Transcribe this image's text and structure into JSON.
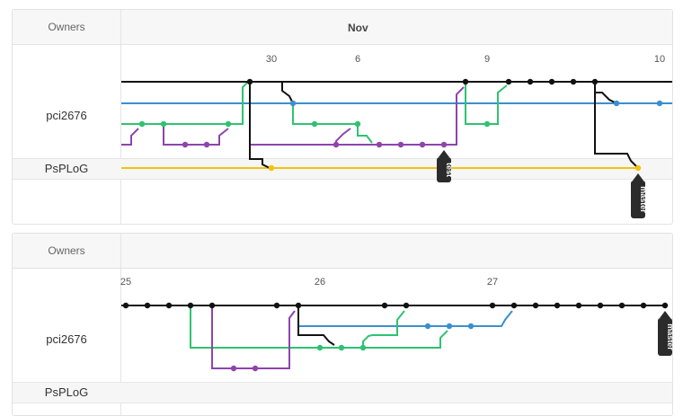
{
  "colors": {
    "master": "#111111",
    "blue": "#3a8fd0",
    "green": "#2ec371",
    "purple": "#8e44ad",
    "yellow": "#f1c40f",
    "tag_bg": "#2b2b2b"
  },
  "panel1": {
    "owners_header": "Owners",
    "month_label": "Nov",
    "dates": [
      "30",
      "6",
      "9",
      "10"
    ],
    "owners": [
      "pci2676",
      "PsPLoG"
    ],
    "tags": [
      "test",
      "master"
    ]
  },
  "panel2": {
    "owners_header": "Owners",
    "dates": [
      "25",
      "26",
      "27"
    ],
    "owners": [
      "pci2676",
      "PsPLoG"
    ],
    "tags": [
      "master"
    ]
  }
}
